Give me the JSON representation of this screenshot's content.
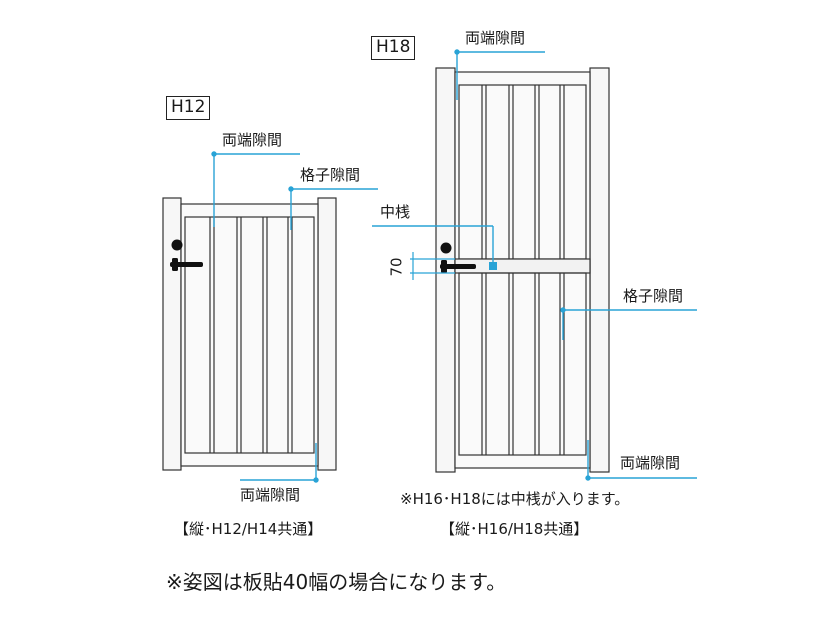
{
  "left_gate": {
    "model_label": "H12",
    "label_both_end_gap_top": "両端隙間",
    "label_lattice_gap": "格子隙間",
    "label_both_end_gap_bottom": "両端隙間",
    "caption": "【縦･H12/H14共通】"
  },
  "right_gate": {
    "model_label": "H18",
    "label_both_end_gap_top": "両端隙間",
    "label_middle_rail": "中桟",
    "dimension_70": "70",
    "label_lattice_gap": "格子隙間",
    "label_both_end_gap_bottom": "両端隙間",
    "note": "※H16･H18には中桟が入ります。",
    "caption": "【縦･H16/H18共通】"
  },
  "footnote": "※姿図は板貼40幅の場合になります。",
  "colors": {
    "leader_line": "#29a3d6",
    "outline": "#333333",
    "frame_fill": "#f7f7f7",
    "handle": "#111111"
  }
}
